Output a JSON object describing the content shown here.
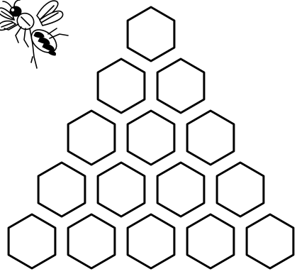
{
  "diagram": {
    "type": "honeycomb-pyramid",
    "row_cell_counts": [
      1,
      2,
      3,
      4,
      5
    ],
    "cell_outline_color": "#000000",
    "cell_fill_color": "#ffffff"
  },
  "decoration": {
    "icon": "bee-icon",
    "color": "#000000"
  }
}
